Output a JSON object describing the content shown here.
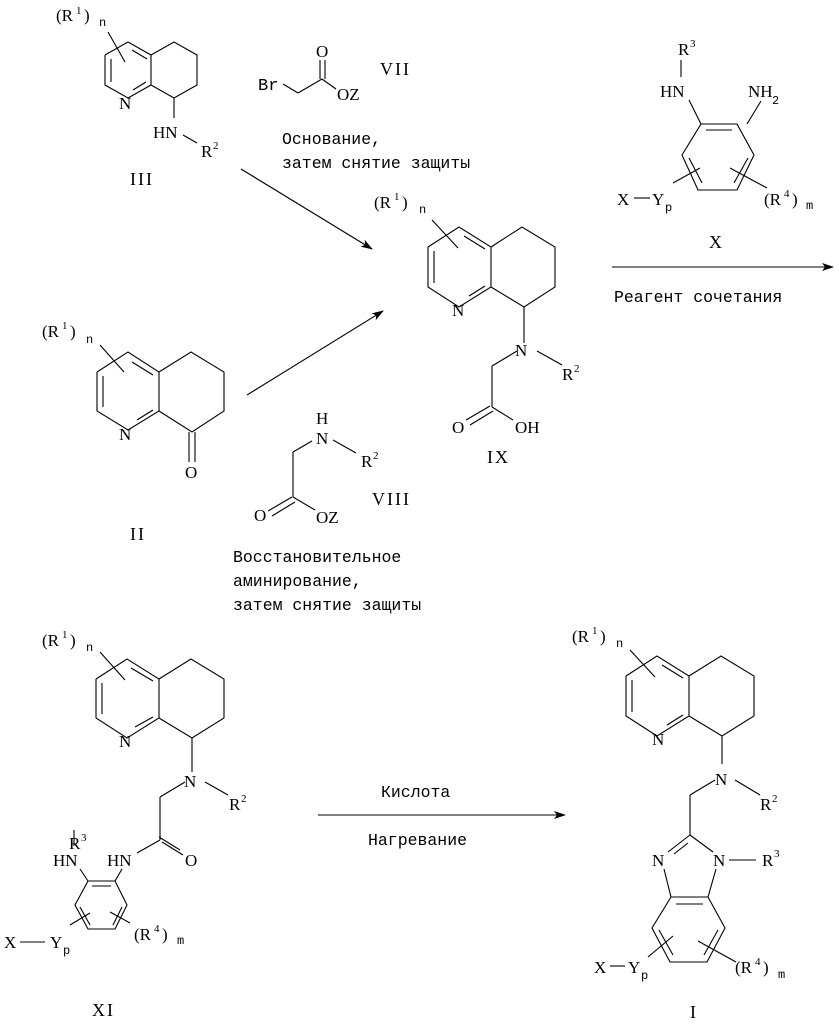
{
  "scheme": {
    "compounds": {
      "III": {
        "label": "III",
        "r1": "R",
        "r1_sup": "1",
        "r1_sub": "n",
        "n_ring": "N",
        "amine": "HN",
        "r2": "R",
        "r2_sup": "2"
      },
      "VII": {
        "label": "VII",
        "br": "Br",
        "o": "O",
        "oz": "OZ"
      },
      "II": {
        "label": "II",
        "r1": "R",
        "r1_sup": "1",
        "r1_sub": "n",
        "n_ring": "N",
        "o": "O"
      },
      "VIII": {
        "label": "VIII",
        "h": "H",
        "n": "N",
        "r2": "R",
        "r2_sup": "2",
        "o": "O",
        "oz": "OZ"
      },
      "IX": {
        "label": "IX",
        "r1": "R",
        "r1_sup": "1",
        "r1_sub": "n",
        "n_ring": "N",
        "n_amine": "N",
        "r2": "R",
        "r2_sup": "2",
        "o": "O",
        "oh": "OH"
      },
      "X": {
        "label": "X",
        "r3": "R",
        "r3_sup": "3",
        "hn": "HN",
        "nh2": "NH",
        "nh2_sub": "2",
        "x": "X",
        "y": "Y",
        "y_sub": "p",
        "r4": "R",
        "r4_sup": "4",
        "r4_sub": "m"
      },
      "XI": {
        "label": "XI",
        "r1": "R",
        "r1_sup": "1",
        "r1_sub": "n",
        "n_ring": "N",
        "n_amine": "N",
        "r2": "R",
        "r2_sup": "2",
        "r3": "R",
        "r3_sup": "3",
        "hn1": "HN",
        "hn2": "HN",
        "o": "O",
        "x": "X",
        "y": "Y",
        "y_sub": "p",
        "r4": "R",
        "r4_sup": "4",
        "r4_sub": "m"
      },
      "I": {
        "label": "I",
        "r1": "R",
        "r1_sup": "1",
        "r1_sub": "n",
        "n_ring": "N",
        "n_amine": "N",
        "r2": "R",
        "r2_sup": "2",
        "n_imid1": "N",
        "n_imid2": "N",
        "r3": "R",
        "r3_sup": "3",
        "x": "X",
        "y": "Y",
        "y_sub": "p",
        "r4": "R",
        "r4_sup": "4",
        "r4_sub": "m"
      }
    },
    "conditions": {
      "step1_line1": "Основание,",
      "step1_line2": "затем снятие защиты",
      "step2_line1": "Восстановительное",
      "step2_line2": "аминирование,",
      "step2_line3": "затем снятие защиты",
      "step3_below": "Реагент сочетания",
      "step4_above": "Кислота",
      "step4_below": "Нагревание"
    }
  }
}
